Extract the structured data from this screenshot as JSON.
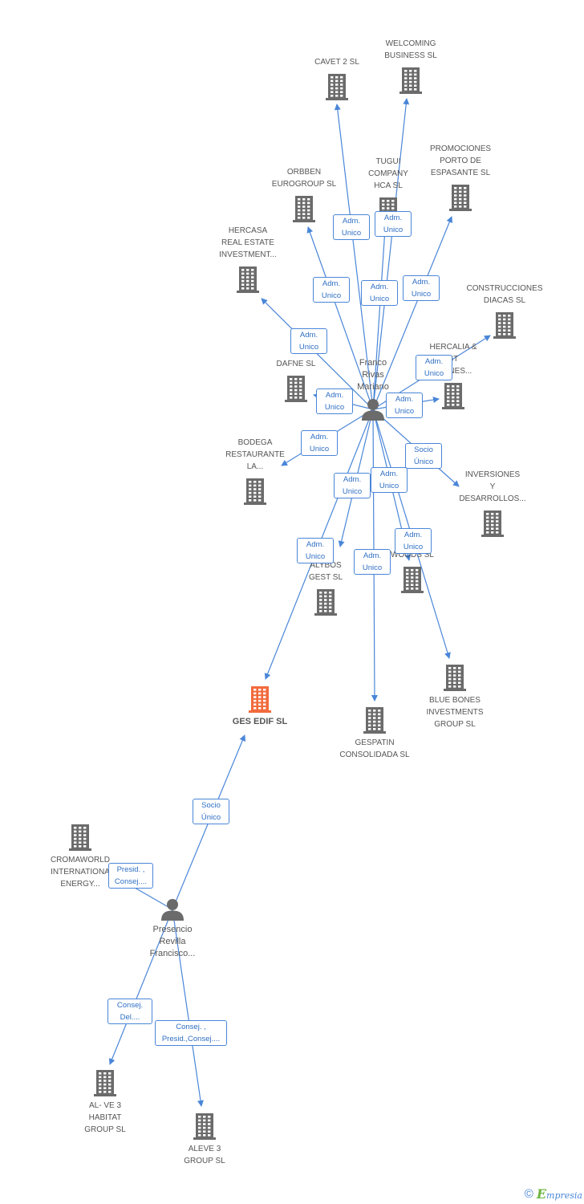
{
  "colors": {
    "edge": "#4a86d8",
    "node_icon": "#6b6b6b",
    "focus_icon": "#f26a3c",
    "label_text": "#555555",
    "edge_text": "#2f6fc4"
  },
  "nodes": [
    {
      "id": "cavet",
      "type": "company",
      "label": "CAVET 2 SL"
    },
    {
      "id": "welcoming",
      "type": "company",
      "label": "WELCOMING\nBUSINESS SL"
    },
    {
      "id": "promociones",
      "type": "company",
      "label": "PROMOCIONES\nPORTO DE\nESPASANTE SL"
    },
    {
      "id": "orbben",
      "type": "company",
      "label": "ORBBEN\nEUROGROUP SL"
    },
    {
      "id": "tugui",
      "type": "company",
      "label": "TUGUI\nCOMPANY\nHCA SL"
    },
    {
      "id": "hercasa",
      "type": "company",
      "label": "HERCASA\nREAL ESTATE\nINVESTMENT..."
    },
    {
      "id": "construcciones",
      "type": "company",
      "label": "CONSTRUCCIONES\nDIACAS SL"
    },
    {
      "id": "hercalia",
      "type": "company",
      "label": "HERCALIA &\nST\nCIONES..."
    },
    {
      "id": "dafne",
      "type": "company",
      "label": "DAFNE SL"
    },
    {
      "id": "franco",
      "type": "person",
      "label": "Franco\nRivas\nMariano"
    },
    {
      "id": "bodega",
      "type": "company",
      "label": "BODEGA\nRESTAURANTE\nLA..."
    },
    {
      "id": "inversiones",
      "type": "company",
      "label": "INVERSIONES\nY\nDESARROLLOS..."
    },
    {
      "id": "alybos",
      "type": "company",
      "label": "O\nALYBOS\nGEST SL"
    },
    {
      "id": "woods",
      "type": "company",
      "label": "WOODS SL"
    },
    {
      "id": "gesedif",
      "type": "focus",
      "label": "GES EDIF SL"
    },
    {
      "id": "gespatin",
      "type": "company",
      "label": "GESPATIN\nCONSOLIDADA SL"
    },
    {
      "id": "bluebones",
      "type": "company",
      "label": "BLUE BONES\nINVESTMENTS\nGROUP SL"
    },
    {
      "id": "cromaworld",
      "type": "company",
      "label": "CROMAWORLD\nINTERNATIONA\nENERGY..."
    },
    {
      "id": "presencio",
      "type": "person",
      "label": "Presencio\nRevilla\nFrancisco..."
    },
    {
      "id": "alve3",
      "type": "company",
      "label": "AL- VE 3\nHABITAT\nGROUP SL"
    },
    {
      "id": "aleve3",
      "type": "company",
      "label": "ALEVE 3\nGROUP SL"
    }
  ],
  "edges": [
    {
      "from": "franco",
      "to": "cavet",
      "label": "Adm.\nUnico"
    },
    {
      "from": "franco",
      "to": "welcoming",
      "label": "Adm.\nUnico"
    },
    {
      "from": "franco",
      "to": "tugui",
      "label": "Adm.\nUnico"
    },
    {
      "from": "franco",
      "to": "promociones",
      "label": "Adm.\nUnico"
    },
    {
      "from": "franco",
      "to": "orbben",
      "label": "Adm.\nUnico"
    },
    {
      "from": "franco",
      "to": "hercasa",
      "label": "Adm.\nUnico"
    },
    {
      "from": "franco",
      "to": "construcciones",
      "label": "Adm.\nUnico"
    },
    {
      "from": "franco",
      "to": "dafne",
      "label": "Adm.\nUnico"
    },
    {
      "from": "franco",
      "to": "hercalia",
      "label": "Adm.\nUnico"
    },
    {
      "from": "franco",
      "to": "bodega",
      "label": "Adm.\nUnico"
    },
    {
      "from": "franco",
      "to": "inversiones",
      "label": "Socio\nÚnico"
    },
    {
      "from": "franco",
      "to": "alybos",
      "label": "Adm.\nUnico"
    },
    {
      "from": "franco",
      "to": "woods",
      "label": "Adm.\nUnico"
    },
    {
      "from": "franco",
      "to": "gesedif",
      "label": "Adm.\nUnico"
    },
    {
      "from": "franco",
      "to": "gespatin",
      "label": "Adm.\nUnico"
    },
    {
      "from": "franco",
      "to": "bluebones",
      "label": "Adm.\nUnico"
    },
    {
      "from": "presencio",
      "to": "gesedif",
      "label": "Socio\nÚnico"
    },
    {
      "from": "presencio",
      "to": "cromaworld",
      "label": "Presid. ,\nConsej...."
    },
    {
      "from": "presencio",
      "to": "alve3",
      "label": "Consej.\nDel...."
    },
    {
      "from": "presencio",
      "to": "aleve3",
      "label": "Consej. ,\nPresid.,Consej...."
    }
  ],
  "footer": {
    "copyright": "©",
    "brand_initial": "E",
    "brand_rest": "mpresia"
  }
}
